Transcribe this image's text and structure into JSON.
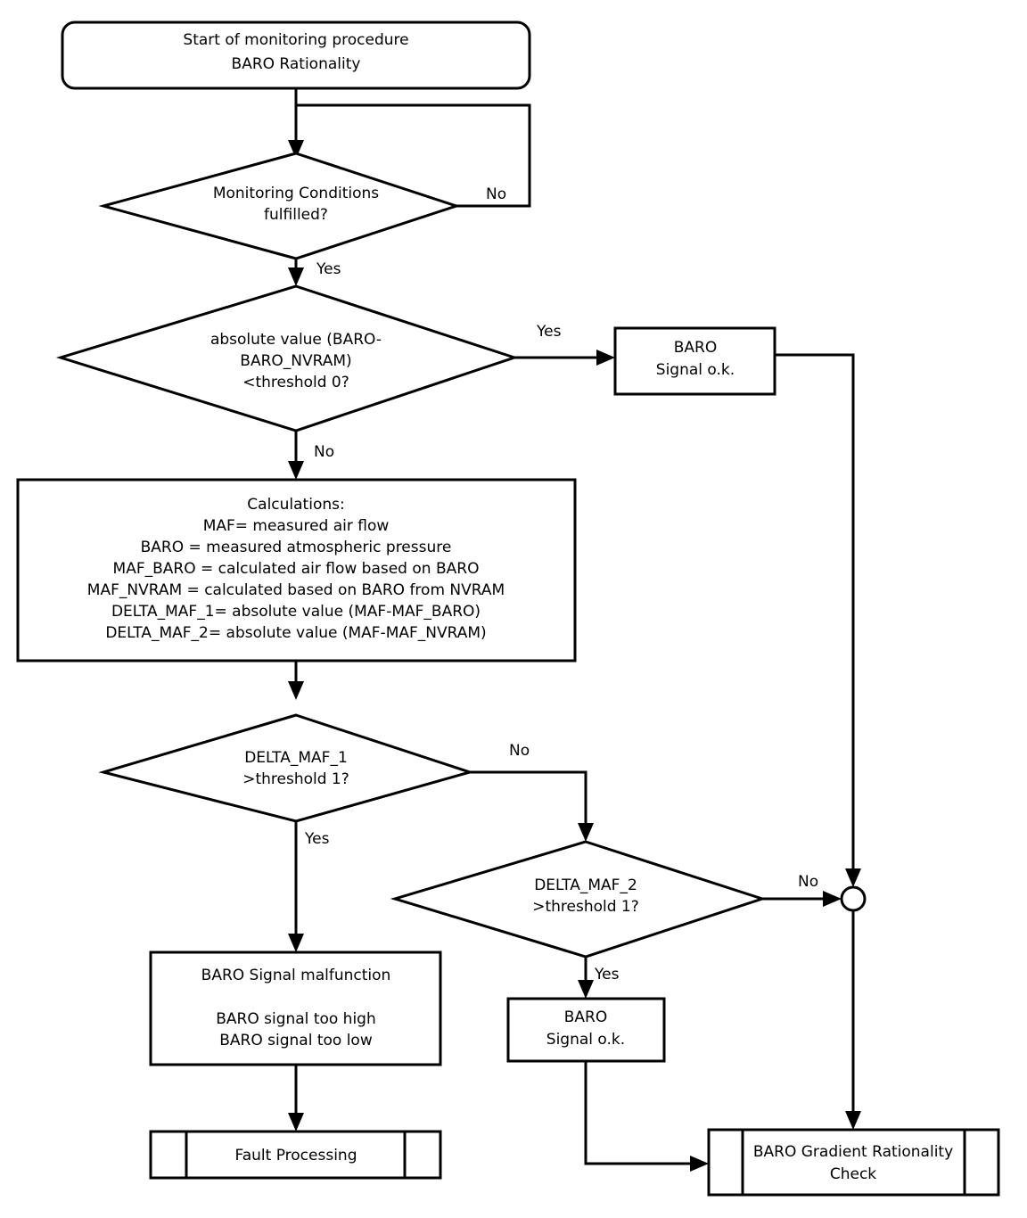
{
  "diagram": {
    "title": "BARO Rationality monitoring procedure flowchart",
    "colors": {
      "stroke": "#000000",
      "fill": "#ffffff",
      "background": "#ffffff"
    }
  },
  "nodes": {
    "start": {
      "shape": "rounded-rectangle",
      "line1": "Start of monitoring procedure",
      "line2": "BARO Rationality"
    },
    "monitoring_conditions": {
      "shape": "decision",
      "line1": "Monitoring Conditions",
      "line2": "fulfilled?"
    },
    "baro_nvram_threshold": {
      "shape": "decision",
      "line1": "absolute value (BARO-",
      "line2": "BARO_NVRAM)",
      "line3": "<threshold 0?"
    },
    "baro_signal_ok_top": {
      "shape": "rectangle",
      "line1": "BARO",
      "line2": "Signal o.k."
    },
    "calculations": {
      "shape": "rectangle",
      "line1": "Calculations:",
      "line2": "MAF= measured air flow",
      "line3": "BARO = measured atmospheric pressure",
      "line4": "MAF_BARO = calculated air flow based on BARO",
      "line5": "MAF_NVRAM = calculated based on BARO from NVRAM",
      "line6": "DELTA_MAF_1= absolute value (MAF-MAF_BARO)",
      "line7": "DELTA_MAF_2= absolute value (MAF-MAF_NVRAM)"
    },
    "delta_maf_1": {
      "shape": "decision",
      "line1": "DELTA_MAF_1",
      "line2": ">threshold 1?"
    },
    "delta_maf_2": {
      "shape": "decision",
      "line1": "DELTA_MAF_2",
      "line2": ">threshold 1?"
    },
    "baro_malfunction": {
      "shape": "rectangle",
      "line1": "BARO Signal malfunction",
      "line2": "BARO signal too high",
      "line3": "BARO signal too low"
    },
    "baro_signal_ok_bottom": {
      "shape": "rectangle",
      "line1": "BARO",
      "line2": "Signal o.k."
    },
    "fault_processing": {
      "shape": "predefined-process",
      "line1": "Fault Processing"
    },
    "baro_gradient_check": {
      "shape": "predefined-process",
      "line1": "BARO Gradient Rationality",
      "line2": "Check"
    },
    "merge_connector": {
      "shape": "circle",
      "label": ""
    }
  },
  "edge_labels": {
    "monitoring_no": "No",
    "monitoring_yes": "Yes",
    "threshold0_yes": "Yes",
    "threshold0_no": "No",
    "delta1_no": "No",
    "delta1_yes": "Yes",
    "delta2_no": "No",
    "delta2_yes": "Yes"
  }
}
